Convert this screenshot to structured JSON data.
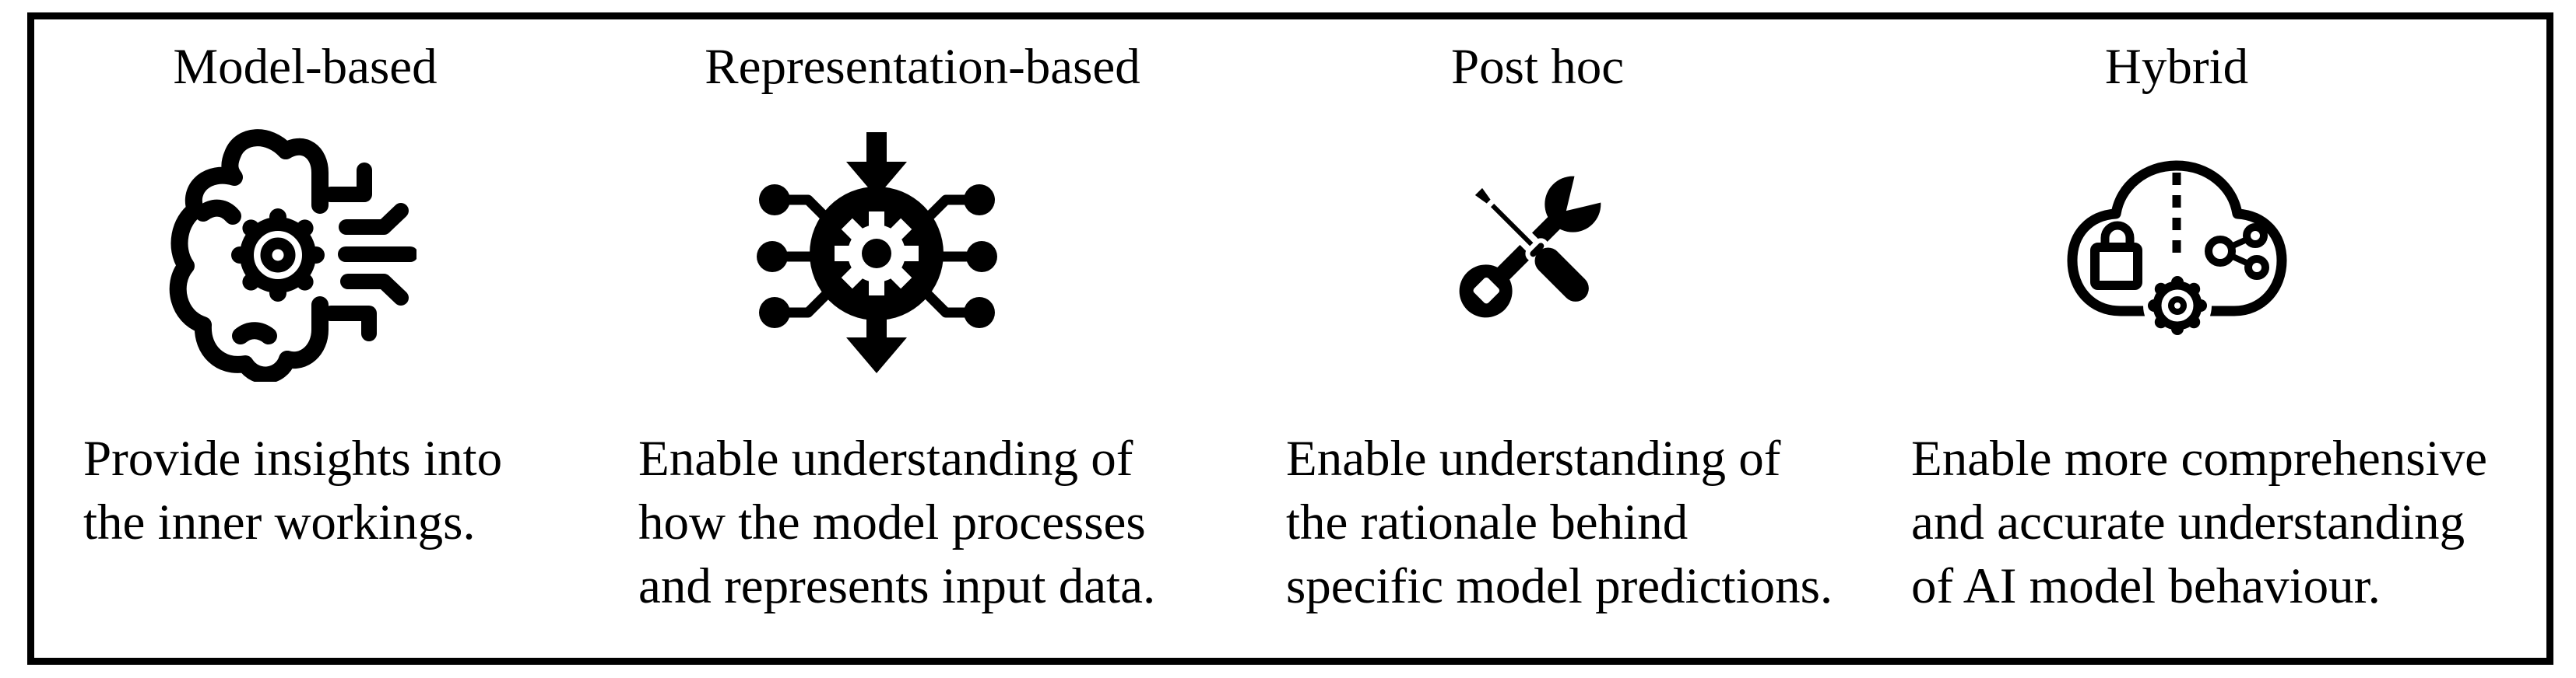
{
  "figure": {
    "colors": {
      "foreground": "#000000",
      "background": "#ffffff"
    },
    "categories": [
      {
        "title": "Model-based",
        "icon": "brain-gear-icon",
        "description_lines": [
          "Provide insights into",
          "the inner workings."
        ]
      },
      {
        "title": "Representation-based",
        "icon": "data-processing-gear-icon",
        "description_lines": [
          "Enable understanding of",
          "how the model processes",
          "and represents input data."
        ]
      },
      {
        "title": "Post hoc",
        "icon": "screwdriver-wrench-icon",
        "description_lines": [
          "Enable understanding of",
          "the rationale behind",
          "specific model predictions."
        ]
      },
      {
        "title": "Hybrid",
        "icon": "secure-cloud-gear-icon",
        "description_lines": [
          "Enable more comprehensive",
          "and accurate understanding",
          "of AI model behaviour."
        ]
      }
    ]
  }
}
